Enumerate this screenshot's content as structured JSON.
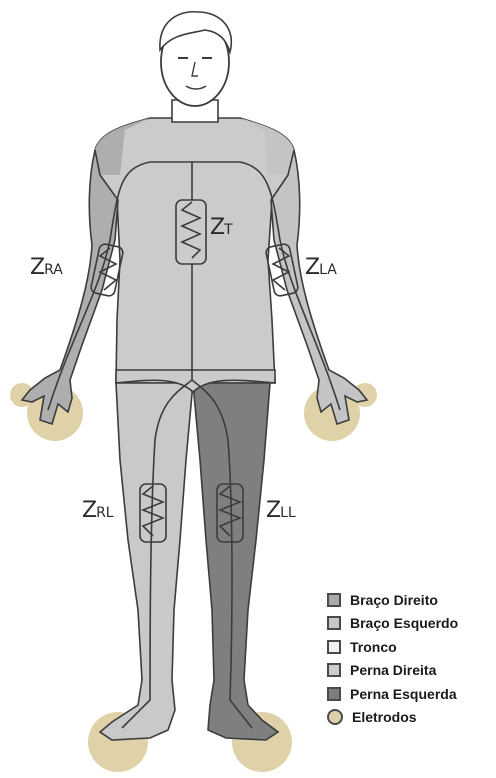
{
  "impedances": {
    "right_arm": {
      "main": "Z",
      "sub": "RA"
    },
    "left_arm": {
      "main": "Z",
      "sub": "LA"
    },
    "torso": {
      "main": "Z",
      "sub": "T"
    },
    "right_leg": {
      "main": "Z",
      "sub": "RL"
    },
    "left_leg": {
      "main": "Z",
      "sub": "LL"
    }
  },
  "legend": {
    "items": [
      {
        "label": "Braço Direito",
        "color": "#a9a9a9",
        "shape": "square"
      },
      {
        "label": "Braço Esquerdo",
        "color": "#c8c8c8",
        "shape": "square"
      },
      {
        "label": "Tronco",
        "color": "#f2f2f2",
        "shape": "square"
      },
      {
        "label": "Perna Direita",
        "color": "#cdcdcd",
        "shape": "square"
      },
      {
        "label": "Perna Esquerda",
        "color": "#7d7d7d",
        "shape": "square"
      },
      {
        "label": "Eletrodos",
        "color": "#ddd0a9",
        "shape": "circle"
      }
    ]
  },
  "colors": {
    "arm_right": "#aeaeae",
    "arm_left": "#c4c4c4",
    "torso": "#cbcbcb",
    "leg_right": "#c9c9c9",
    "leg_left": "#7f7f7f",
    "electrode": "#e0d2a8",
    "outline": "#3c3c3c"
  }
}
